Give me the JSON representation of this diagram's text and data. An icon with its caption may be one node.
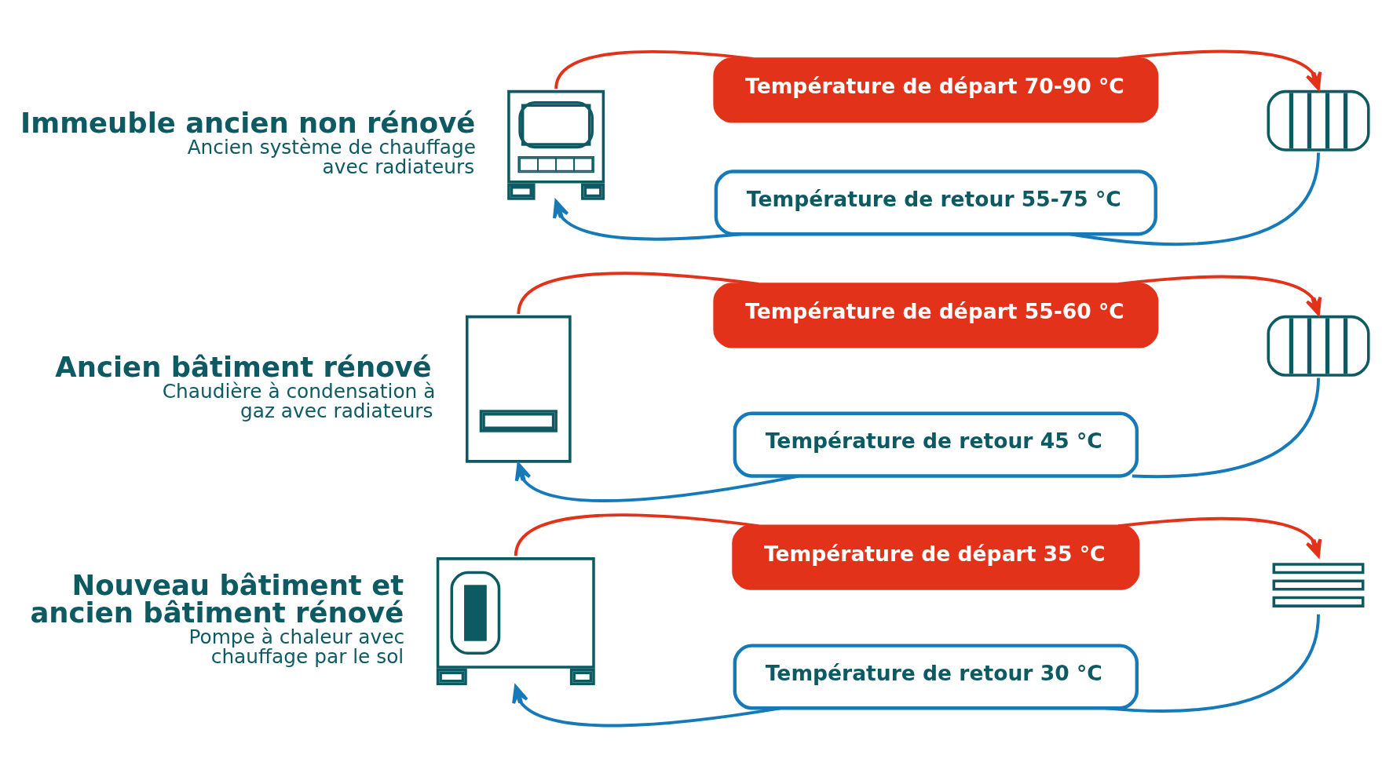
{
  "diagram": {
    "nodes": [
      {
        "text": [
          "Température de départ 70-90 °C"
        ]
      },
      {
        "text": [],
        "shape": "picture",
        "beside": [
          "Immeuble ancien non rénové",
          "Ancien système de chauffage avec radiateurs"
        ]
      },
      {
        "text": [],
        "shape": "picture"
      },
      {
        "text": [
          "Température de retour 55-75 °C"
        ]
      },
      {
        "text": [
          "Température de départ 55-60 °C"
        ]
      },
      {
        "text": [],
        "shape": "picture",
        "beside": [
          "Ancien bâtiment rénové",
          "Chaudière à condensation à gaz avec radiateurs"
        ]
      },
      {
        "text": [],
        "shape": "picture"
      },
      {
        "text": [
          "Température de retour 45 °C"
        ]
      },
      {
        "text": [
          "Température de départ 35 °C"
        ]
      },
      {
        "text": [],
        "shape": "picture",
        "beside": [
          "Nouveau bâtiment et ancien bâtiment rénové",
          "Pompe à chaleur avec chauffage par le sol"
        ]
      },
      {
        "text": [],
        "shape": "picture"
      },
      {
        "text": [
          "Température de retour 30 °C"
        ]
      }
    ],
    "edges": [
      {
        "from": 1,
        "to": 0,
        "arrow": "none",
        "color": "#e2321a"
      },
      {
        "from": 0,
        "to": 2,
        "arrow": "to",
        "color": "#e2321a"
      },
      {
        "from": 2,
        "to": 3,
        "arrow": "none",
        "color": "#1679b8"
      },
      {
        "from": 3,
        "to": 1,
        "arrow": "to",
        "color": "#1679b8"
      },
      {
        "from": 5,
        "to": 4,
        "arrow": "none",
        "color": "#e2321a"
      },
      {
        "from": 4,
        "to": 6,
        "arrow": "to",
        "color": "#e2321a"
      },
      {
        "from": 6,
        "to": 7,
        "arrow": "none",
        "color": "#1679b8"
      },
      {
        "from": 7,
        "to": 5,
        "arrow": "to",
        "color": "#1679b8"
      },
      {
        "from": 9,
        "to": 8,
        "arrow": "none",
        "color": "#e2321a"
      },
      {
        "from": 8,
        "to": 10,
        "arrow": "to",
        "color": "#e2321a"
      },
      {
        "from": 10,
        "to": 11,
        "arrow": "none",
        "color": "#1679b8"
      },
      {
        "from": 11,
        "to": 9,
        "arrow": "to",
        "color": "#1679b8"
      }
    ]
  }
}
